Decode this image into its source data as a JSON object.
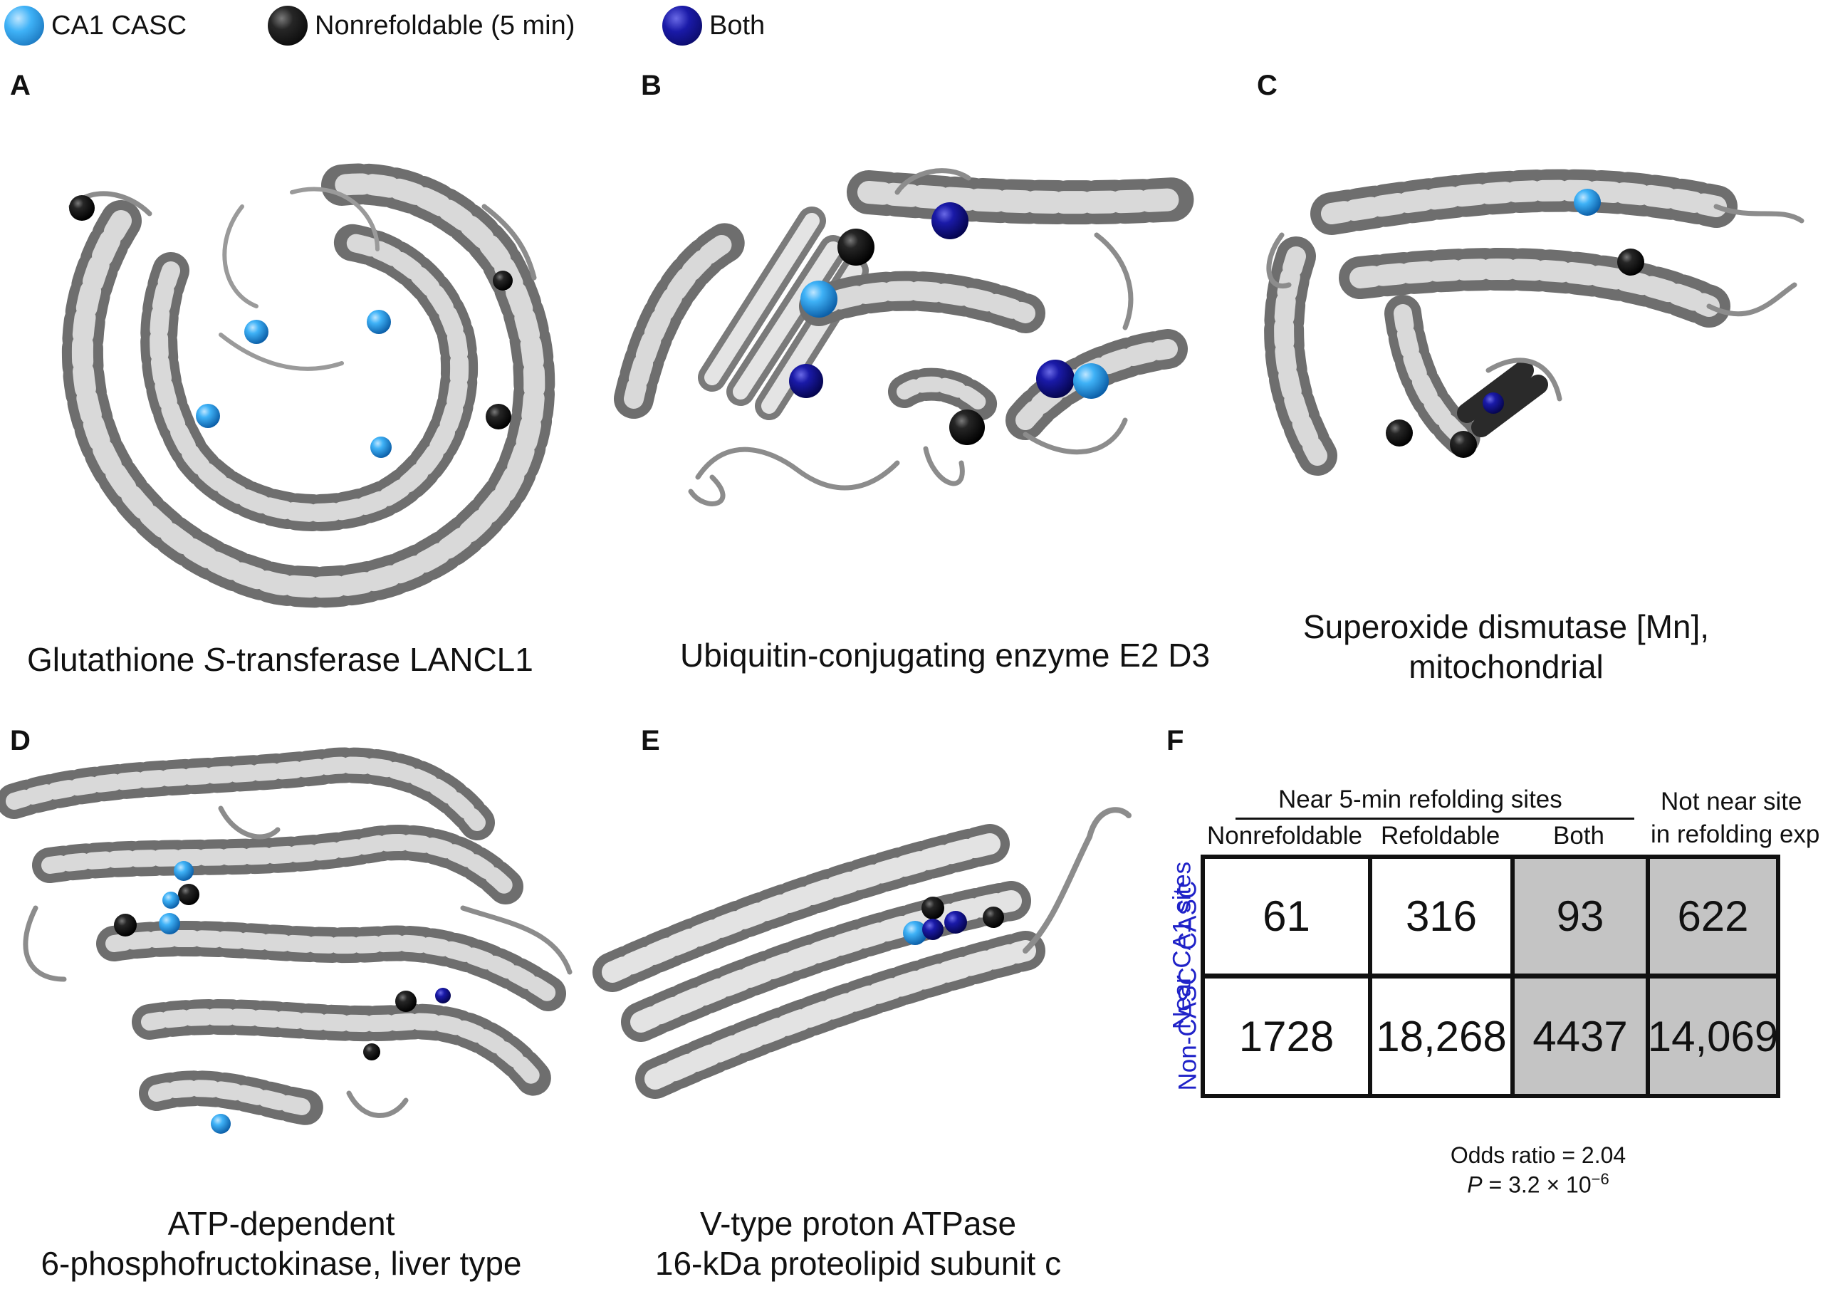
{
  "legend": {
    "items": [
      {
        "label": "CA1 CASC",
        "color": "#2fa8f5"
      },
      {
        "label": "Nonrefoldable (5 min)",
        "color": "#1a1a1a"
      },
      {
        "label": "Both",
        "color": "#14148f"
      }
    ]
  },
  "colors": {
    "ribbon_light": "#d9d9d9",
    "ribbon_dark": "#6e6e6e",
    "shaded_cell": "#c4c4c4",
    "row_label": "#1f22c8"
  },
  "panels": {
    "A": {
      "letter": "A",
      "caption_pre": "Glutathione ",
      "caption_italic": "S",
      "caption_post": "-transferase LANCL1"
    },
    "B": {
      "letter": "B",
      "caption": "Ubiquitin-conjugating enzyme E2 D3"
    },
    "C": {
      "letter": "C",
      "caption_line1": "Superoxide dismutase [Mn],",
      "caption_line2": "mitochondrial"
    },
    "D": {
      "letter": "D",
      "caption_line1": "ATP-dependent",
      "caption_line2": "6-phosphofructokinase, liver type"
    },
    "E": {
      "letter": "E",
      "caption_line1": "V-type proton ATPase",
      "caption_line2": "16-kDa proteolipid subunit c"
    },
    "F": {
      "letter": "F"
    }
  },
  "table": {
    "group_header": "Near 5-min refolding sites",
    "not_near_line1": "Not near site",
    "not_near_line2": "in refolding exp",
    "columns": [
      "Nonrefoldable",
      "Refoldable",
      "Both"
    ],
    "row_group_label": "Near CA1 sites",
    "rows": [
      {
        "label": "CASC",
        "values": [
          "61",
          "316",
          "93",
          "622"
        ]
      },
      {
        "label": "Non-CASC",
        "values": [
          "1728",
          "18,268",
          "4437",
          "14,069"
        ]
      }
    ],
    "odds_ratio": "Odds ratio = 2.04",
    "p_label": "P",
    "p_value": " = 3.2 × 10",
    "p_exponent": "−6"
  }
}
